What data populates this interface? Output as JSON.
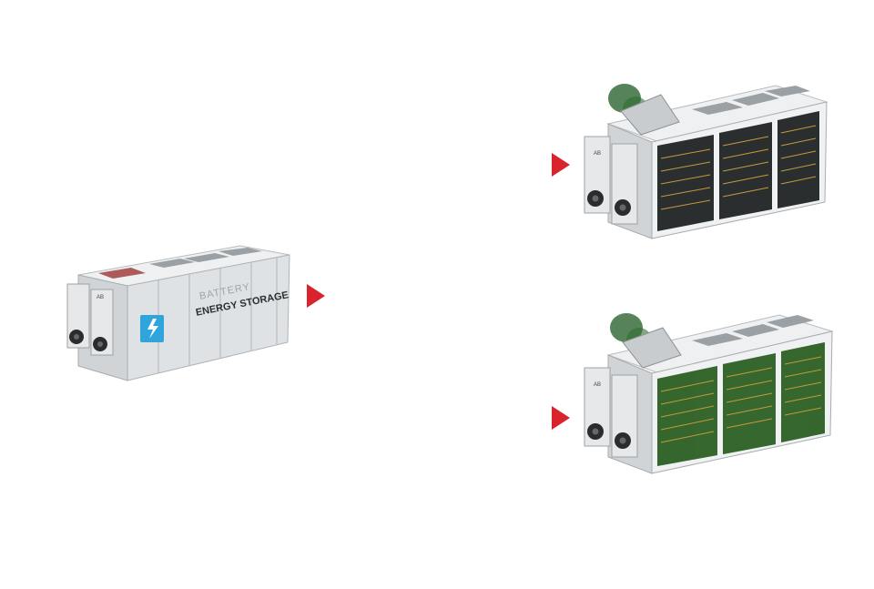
{
  "container_main": {
    "brand_line1": "BATTERY",
    "brand_line2": "ENERGY STORAGE",
    "unit_label": "AB"
  },
  "container_top": {
    "unit_label": "AB"
  },
  "container_bottom": {
    "unit_label": "AB"
  },
  "colors": {
    "arrow": "#d9232d",
    "body": "#dfe2e4",
    "rack": "#2a2e2f",
    "smoke": "#1e5a22",
    "logo": "#2fa5dc"
  }
}
